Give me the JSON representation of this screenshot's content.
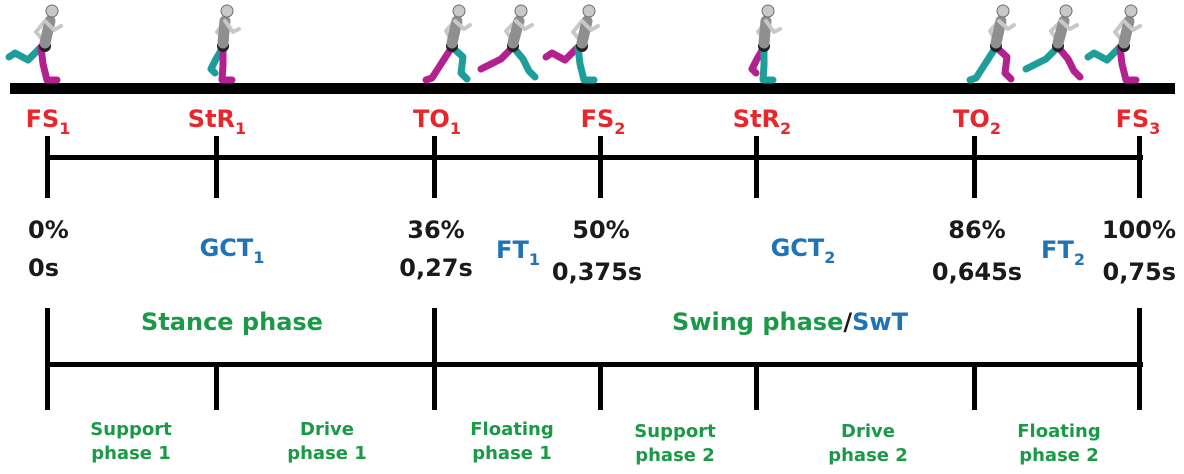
{
  "colors": {
    "event": "#e8262b",
    "time_metric": "#1f73b7",
    "phase": "#1a9a47",
    "line": "#000000",
    "skin": "#c8c8c8",
    "shirt": "#8f8f8f",
    "leg_right": "#1d9e9a",
    "leg_left": "#b3208f"
  },
  "events": [
    {
      "base": "FS",
      "sub": "1"
    },
    {
      "base": "StR",
      "sub": "1"
    },
    {
      "base": "TO",
      "sub": "1"
    },
    {
      "base": "FS",
      "sub": "2"
    },
    {
      "base": "StR",
      "sub": "2"
    },
    {
      "base": "TO",
      "sub": "2"
    },
    {
      "base": "FS",
      "sub": "3"
    }
  ],
  "markers": [
    {
      "percent": "0%",
      "time": "0s"
    },
    {
      "percent": "36%",
      "time": "0,27s"
    },
    {
      "percent": "50%",
      "time": "0,375s"
    },
    {
      "percent": "86%",
      "time": "0,645s"
    },
    {
      "percent": "100%",
      "time": "0,75s"
    }
  ],
  "intervals": [
    {
      "base": "GCT",
      "sub": "1"
    },
    {
      "base": "FT",
      "sub": "1"
    },
    {
      "base": "GCT",
      "sub": "2"
    },
    {
      "base": "FT",
      "sub": "2"
    }
  ],
  "phases": {
    "stance": "Stance phase",
    "swing": "Swing phase",
    "separator": "/",
    "swing_time": "SwT"
  },
  "subphases": [
    {
      "line1": "Support",
      "line2": "phase 1"
    },
    {
      "line1": "Drive",
      "line2": "phase 1"
    },
    {
      "line1": "Floating",
      "line2": "phase 1"
    },
    {
      "line1": "Support",
      "line2": "phase 2"
    },
    {
      "line1": "Drive",
      "line2": "phase 2"
    },
    {
      "line1": "Floating",
      "line2": "phase 2"
    }
  ],
  "runners": [
    {
      "icon": "runner-foot-strike-icon",
      "stance": "left",
      "pose": "strike"
    },
    {
      "icon": "runner-stance-icon",
      "stance": "left",
      "pose": "mid"
    },
    {
      "icon": "runner-toe-off-icon",
      "stance": "left",
      "pose": "push"
    },
    {
      "icon": "runner-flight-icon",
      "stance": "left",
      "pose": "flight"
    },
    {
      "icon": "runner-foot-strike-icon",
      "stance": "right",
      "pose": "strike"
    },
    {
      "icon": "runner-stance-icon",
      "stance": "right",
      "pose": "mid"
    },
    {
      "icon": "runner-toe-off-icon",
      "stance": "right",
      "pose": "push"
    },
    {
      "icon": "runner-flight-icon",
      "stance": "right",
      "pose": "flight"
    },
    {
      "icon": "runner-foot-strike-icon",
      "stance": "left",
      "pose": "strike"
    }
  ]
}
